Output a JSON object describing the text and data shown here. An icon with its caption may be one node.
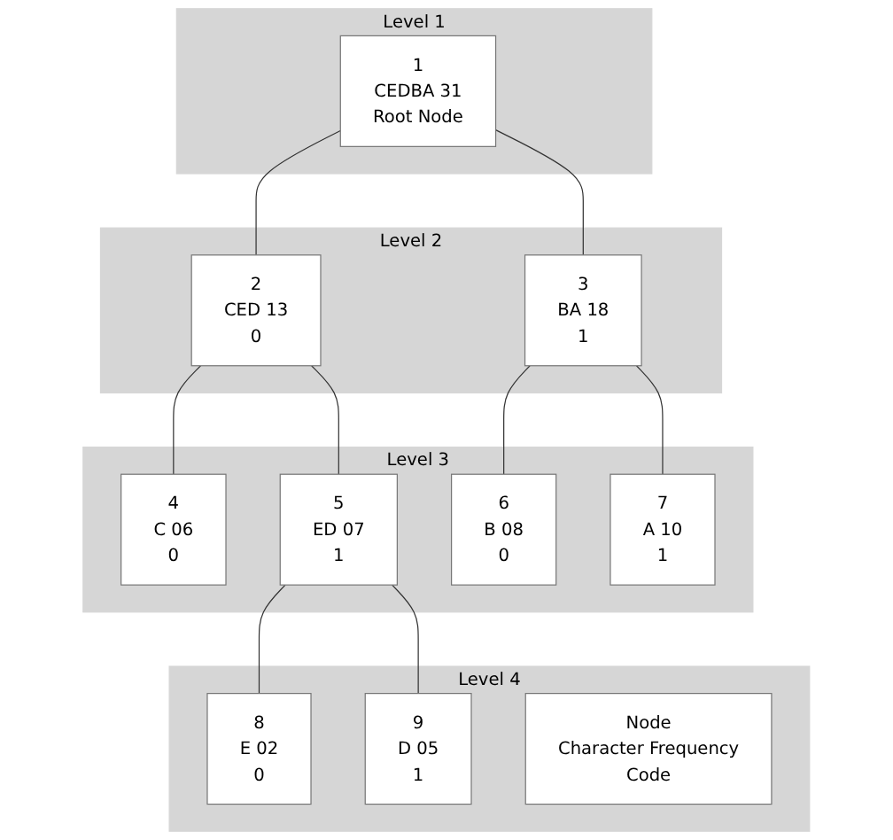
{
  "diagram": {
    "nodes": [
      {
        "text": [
          "Level 1"
        ]
      },
      {
        "text": [
          "1",
          "CEDBA",
          "31",
          "Root Node"
        ],
        "in": 0
      },
      {
        "text": [
          "Level 2"
        ]
      },
      {
        "text": [
          "2",
          "CED",
          "13",
          "0"
        ],
        "in": 2
      },
      {
        "text": [
          "3",
          "BA",
          "18",
          "1"
        ],
        "in": 2
      },
      {
        "text": [
          "Level 3"
        ]
      },
      {
        "text": [
          "4",
          "C",
          "06",
          "0"
        ],
        "in": 5
      },
      {
        "text": [
          "5",
          "ED",
          "07",
          "1"
        ],
        "in": 5
      },
      {
        "text": [
          "6",
          "B",
          "08",
          "0"
        ],
        "in": 5
      },
      {
        "text": [
          "7",
          "A",
          "10",
          "1"
        ],
        "in": 5
      },
      {
        "text": [
          "Level 4"
        ]
      },
      {
        "text": [
          "8",
          "E",
          "02",
          "0"
        ],
        "in": 10
      },
      {
        "text": [
          "9",
          "D",
          "05",
          "1"
        ],
        "in": 10
      },
      {
        "text": [
          "Node",
          "Character",
          "Frequency",
          "Code"
        ],
        "in": 10
      }
    ],
    "edges": [
      {
        "from": 1,
        "to": 3,
        "arrow": "none"
      },
      {
        "from": 1,
        "to": 4,
        "arrow": "none"
      },
      {
        "from": 3,
        "to": 6,
        "arrow": "none"
      },
      {
        "from": 3,
        "to": 7,
        "arrow": "none"
      },
      {
        "from": 4,
        "to": 8,
        "arrow": "none"
      },
      {
        "from": 4,
        "to": 9,
        "arrow": "none"
      },
      {
        "from": 7,
        "to": 11,
        "arrow": "none"
      },
      {
        "from": 7,
        "to": 12,
        "arrow": "none"
      }
    ]
  }
}
